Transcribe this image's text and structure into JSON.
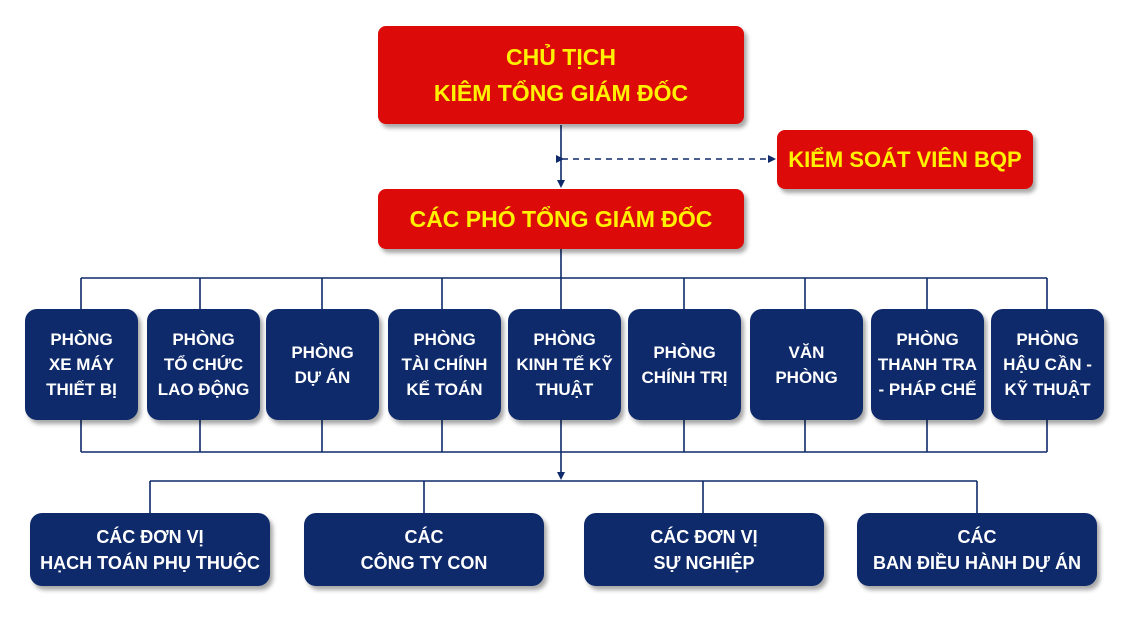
{
  "chairman": {
    "lines": [
      "CHỦ TỊCH",
      "KIÊM TỔNG GIÁM ĐỐC"
    ]
  },
  "controller": {
    "lines": [
      "KIỂM SOÁT VIÊN BQP"
    ]
  },
  "deputies": {
    "lines": [
      "CÁC PHÓ TỔNG GIÁM ĐỐC"
    ]
  },
  "departments": [
    {
      "lines": [
        "PHÒNG",
        "XE MÁY",
        "THIẾT BỊ"
      ]
    },
    {
      "lines": [
        "PHÒNG",
        "TỔ CHỨC",
        "LAO ĐỘNG"
      ]
    },
    {
      "lines": [
        "PHÒNG",
        "DỰ ÁN"
      ]
    },
    {
      "lines": [
        "PHÒNG",
        "TÀI CHÍNH",
        "KẾ TOÁN"
      ]
    },
    {
      "lines": [
        "PHÒNG",
        "KINH TẾ KỸ",
        "THUẬT"
      ]
    },
    {
      "lines": [
        "PHÒNG",
        "CHÍNH TRỊ"
      ]
    },
    {
      "lines": [
        "VĂN",
        "PHÒNG"
      ]
    },
    {
      "lines": [
        "PHÒNG",
        "THANH TRA",
        "- PHÁP CHẾ"
      ]
    },
    {
      "lines": [
        "PHÒNG",
        "HẬU CẦN -",
        "KỸ THUẬT"
      ]
    }
  ],
  "units": [
    {
      "lines": [
        "CÁC ĐƠN VỊ",
        "HẠCH TOÁN PHỤ THUỘC"
      ]
    },
    {
      "lines": [
        "CÁC",
        "CÔNG TY CON"
      ]
    },
    {
      "lines": [
        "CÁC ĐƠN VỊ",
        "SỰ NGHIỆP"
      ]
    },
    {
      "lines": [
        "CÁC",
        "BAN ĐIỀU HÀNH DỰ ÁN"
      ]
    }
  ],
  "colors": {
    "leader_fill": "#dd0a0a",
    "leader_text": "#fff200",
    "unit_fill": "#0e2a6b",
    "unit_text": "#ffffff",
    "connector": "#0e2a6b"
  }
}
